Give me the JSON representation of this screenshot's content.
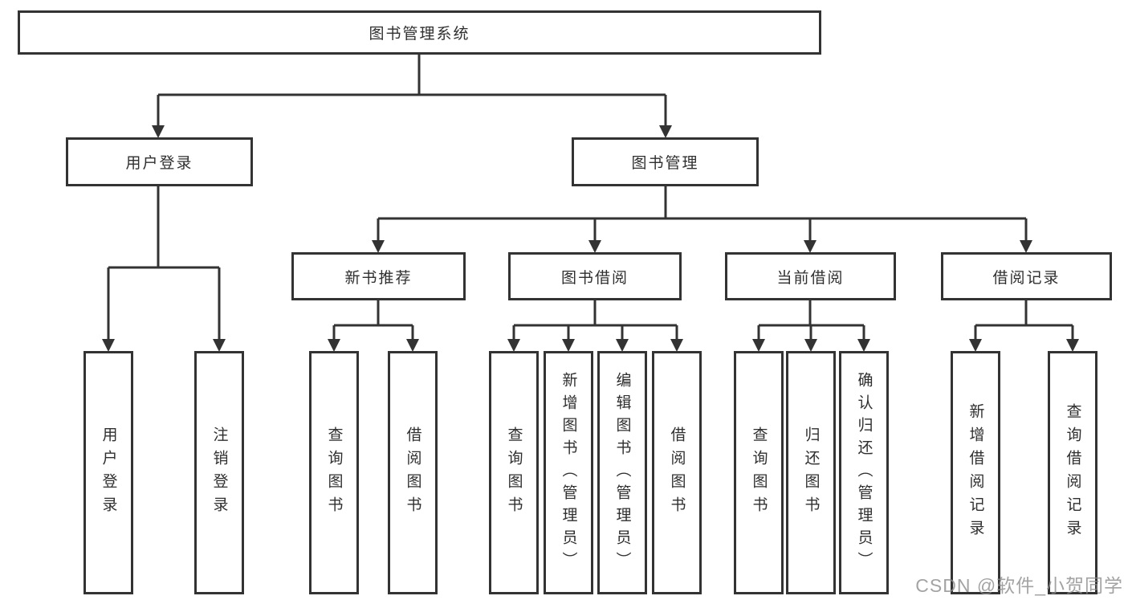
{
  "diagram": {
    "root": {
      "label": "图书管理系统"
    },
    "branches": [
      {
        "label": "用户登录",
        "children": [
          {
            "label": "用户登录"
          },
          {
            "label": "注销登录"
          }
        ]
      },
      {
        "label": "图书管理",
        "children": [
          {
            "label": "新书推荐",
            "children": [
              {
                "label": "查询图书"
              },
              {
                "label": "借阅图书"
              }
            ]
          },
          {
            "label": "图书借阅",
            "children": [
              {
                "label": "查询图书"
              },
              {
                "label": "新增图书（管理员）"
              },
              {
                "label": "编辑图书（管理员）"
              },
              {
                "label": "借阅图书"
              }
            ]
          },
          {
            "label": "当前借阅",
            "children": [
              {
                "label": "查询图书"
              },
              {
                "label": "归还图书"
              },
              {
                "label": "确认归还（管理员）"
              }
            ]
          },
          {
            "label": "借阅记录",
            "children": [
              {
                "label": "新增借阅记录"
              },
              {
                "label": "查询借阅记录"
              }
            ]
          }
        ]
      }
    ]
  },
  "watermark": {
    "text": "CSDN @软件_小贺同学"
  },
  "colors": {
    "line": "#333333",
    "box_border": "#333333",
    "text": "#2f2f2f",
    "background": "#ffffff",
    "watermark": "#8c8c8c"
  }
}
